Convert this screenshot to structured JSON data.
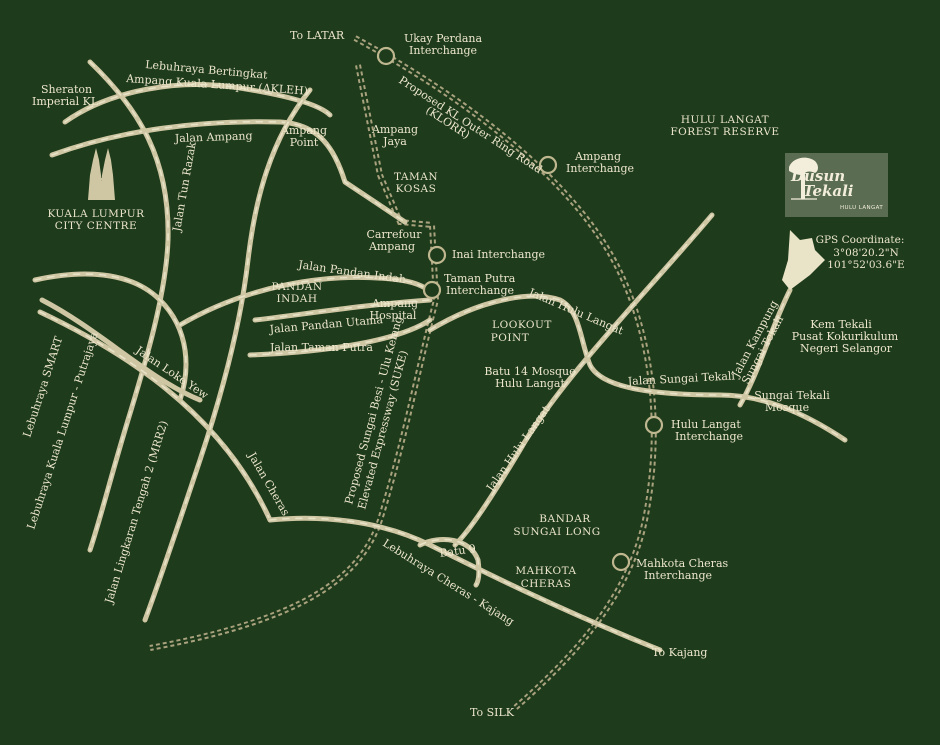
{
  "map": {
    "colors": {
      "background": "#1e3b1b",
      "road": "#cfc7a4",
      "highway": "#a9a27e",
      "text": "#ece6cc"
    },
    "logo": {
      "line1": "Dusun",
      "line2": "Tekali",
      "subtitle": "HULU LANGAT"
    },
    "gps": {
      "title": "GPS Coordinate:",
      "lat": "3°08'20.2\"N",
      "lon": "101°52'03.6\"E"
    },
    "places": {
      "to_latar": "To LATAR",
      "ukay_perdana_1": "Ukay Perdana",
      "ukay_perdana_2": "Interchange",
      "sheraton_1": "Sheraton",
      "sheraton_2": "Imperial KL",
      "akleh_1": "Lebuhraya Bertingkat",
      "akleh_2": "Ampang Kuala Lumpur (AKLEH)",
      "jalan_ampang": "Jalan Ampang",
      "ampang_point_1": "Ampang",
      "ampang_point_2": "Point",
      "ampang_jaya_1": "Ampang",
      "ampang_jaya_2": "Jaya",
      "klorr_1": "Proposed KL Outer Ring Road",
      "klorr_2": "(KLORR)",
      "ampang_ic_1": "Ampang",
      "ampang_ic_2": "Interchange",
      "hulu_langat_forest_1": "HULU LANGAT",
      "hulu_langat_forest_2": "FOREST RESERVE",
      "klcc_1": "KUALA LUMPUR",
      "klcc_2": "CITY CENTRE",
      "jalan_tun_razak": "Jalan Tun Razak",
      "taman_kosas_1": "TAMAN",
      "taman_kosas_2": "KOSAS",
      "carrefour_1": "Carrefour",
      "carrefour_2": "Ampang",
      "inai_ic": "Inai Interchange",
      "jalan_pandan_indah": "Jalan Pandan Indah",
      "taman_putra_ic_1": "Taman Putra",
      "taman_putra_ic_2": "Interchange",
      "pandan_indah_1": "PANDAN",
      "pandan_indah_2": "INDAH",
      "ampang_hospital_1": "Ampang",
      "ampang_hospital_2": "Hospital",
      "jalan_pandan_utama": "Jalan Pandan Utama",
      "jalan_hulu_langat": "Jalan Hulu Langat",
      "lookout_1": "LOOKOUT",
      "lookout_2": "POINT",
      "jalan_taman_putra": "Jalan Taman Putra",
      "kem_tekali_1": "Kem Tekali",
      "kem_tekali_2": "Pusat Kokurikulum",
      "kem_tekali_3": "Negeri Selangor",
      "jalan_kampung_1": "Jalan Kampung",
      "jalan_kampung_2": "Sungai Tekali",
      "lebuhraya_smart": "Lebuhraya SMART",
      "jalan_loke_yew": "Jalan Loke Yew",
      "batu14_1": "Batu 14 Mosque",
      "batu14_2": "Hulu Langat",
      "jalan_sungai_tekali": "Jalan Sungai Tekali",
      "sungai_tekali_mosque_1": "Sungai Tekali",
      "sungai_tekali_mosque_2": "Mosque",
      "lebuhraya_kl_putrajaya": "Lebuhraya Kuala Lumpur - Putrajaya",
      "suke_1": "Proposed Sungai Besi - Ulu Kelang",
      "suke_2": "Elevated Expressway (SUKE)",
      "hulu_langat_ic_1": "Hulu Langat",
      "hulu_langat_ic_2": "Interchange",
      "jalan_cheras": "Jalan Cheras",
      "jalan_hulu_langat_2": "Jalan Hulu Langat",
      "mrr2": "Jalan Lingkaran Tengah 2 (MRR2)",
      "bandar_sungai_long_1": "BANDAR",
      "bandar_sungai_long_2": "SUNGAI LONG",
      "batu9": "Batu 9",
      "mahkota_cheras_1": "MAHKOTA",
      "mahkota_cheras_2": "CHERAS",
      "mahkota_cheras_ic_1": "Mahkota Cheras",
      "mahkota_cheras_ic_2": "Interchange",
      "lebuhraya_cheras_kajang": "Lebuhraya Cheras - Kajang",
      "to_kajang": "To Kajang",
      "to_silk": "To SILK"
    }
  }
}
